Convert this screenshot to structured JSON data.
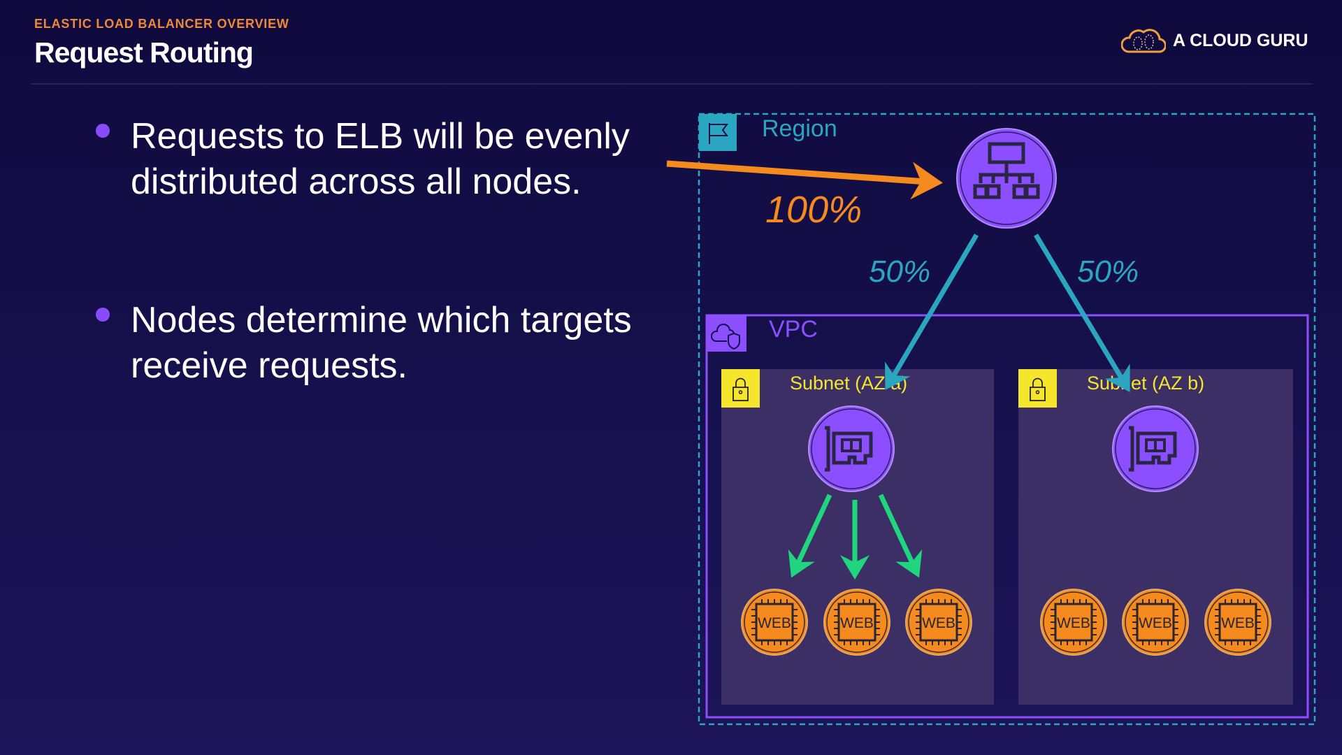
{
  "header": {
    "eyebrow": "ELASTIC LOAD BALANCER OVERVIEW",
    "title": "Request Routing",
    "logo_text": "A CLOUD GURU"
  },
  "bullets": [
    {
      "text": "Requests to ELB will be evenly distributed across all nodes."
    },
    {
      "text": "Nodes determine which targets receive requests."
    }
  ],
  "diagram": {
    "region_label": "Region",
    "vpc_label": "VPC",
    "incoming_percent": "100%",
    "split_left_percent": "50%",
    "split_right_percent": "50%",
    "subnets": [
      {
        "label": "Subnet (AZ a)",
        "targets": [
          "WEB",
          "WEB",
          "WEB"
        ]
      },
      {
        "label": "Subnet (AZ b)",
        "targets": [
          "WEB",
          "WEB",
          "WEB"
        ]
      }
    ],
    "icons": {
      "region": "flag-icon",
      "vpc": "cloud-shield-icon",
      "subnet": "lock-icon",
      "load_balancer": "load-balancer-icon",
      "node": "network-interface-icon",
      "target": "ec2-chip-icon"
    }
  },
  "colors": {
    "accent_orange": "#f58a1f",
    "region_teal": "#2aa6c0",
    "vpc_purple": "#8c4fff",
    "subnet_yellow": "#f5e52b",
    "target_arrow_green": "#1fd67f",
    "subnet_fill": "#3b2f66"
  }
}
